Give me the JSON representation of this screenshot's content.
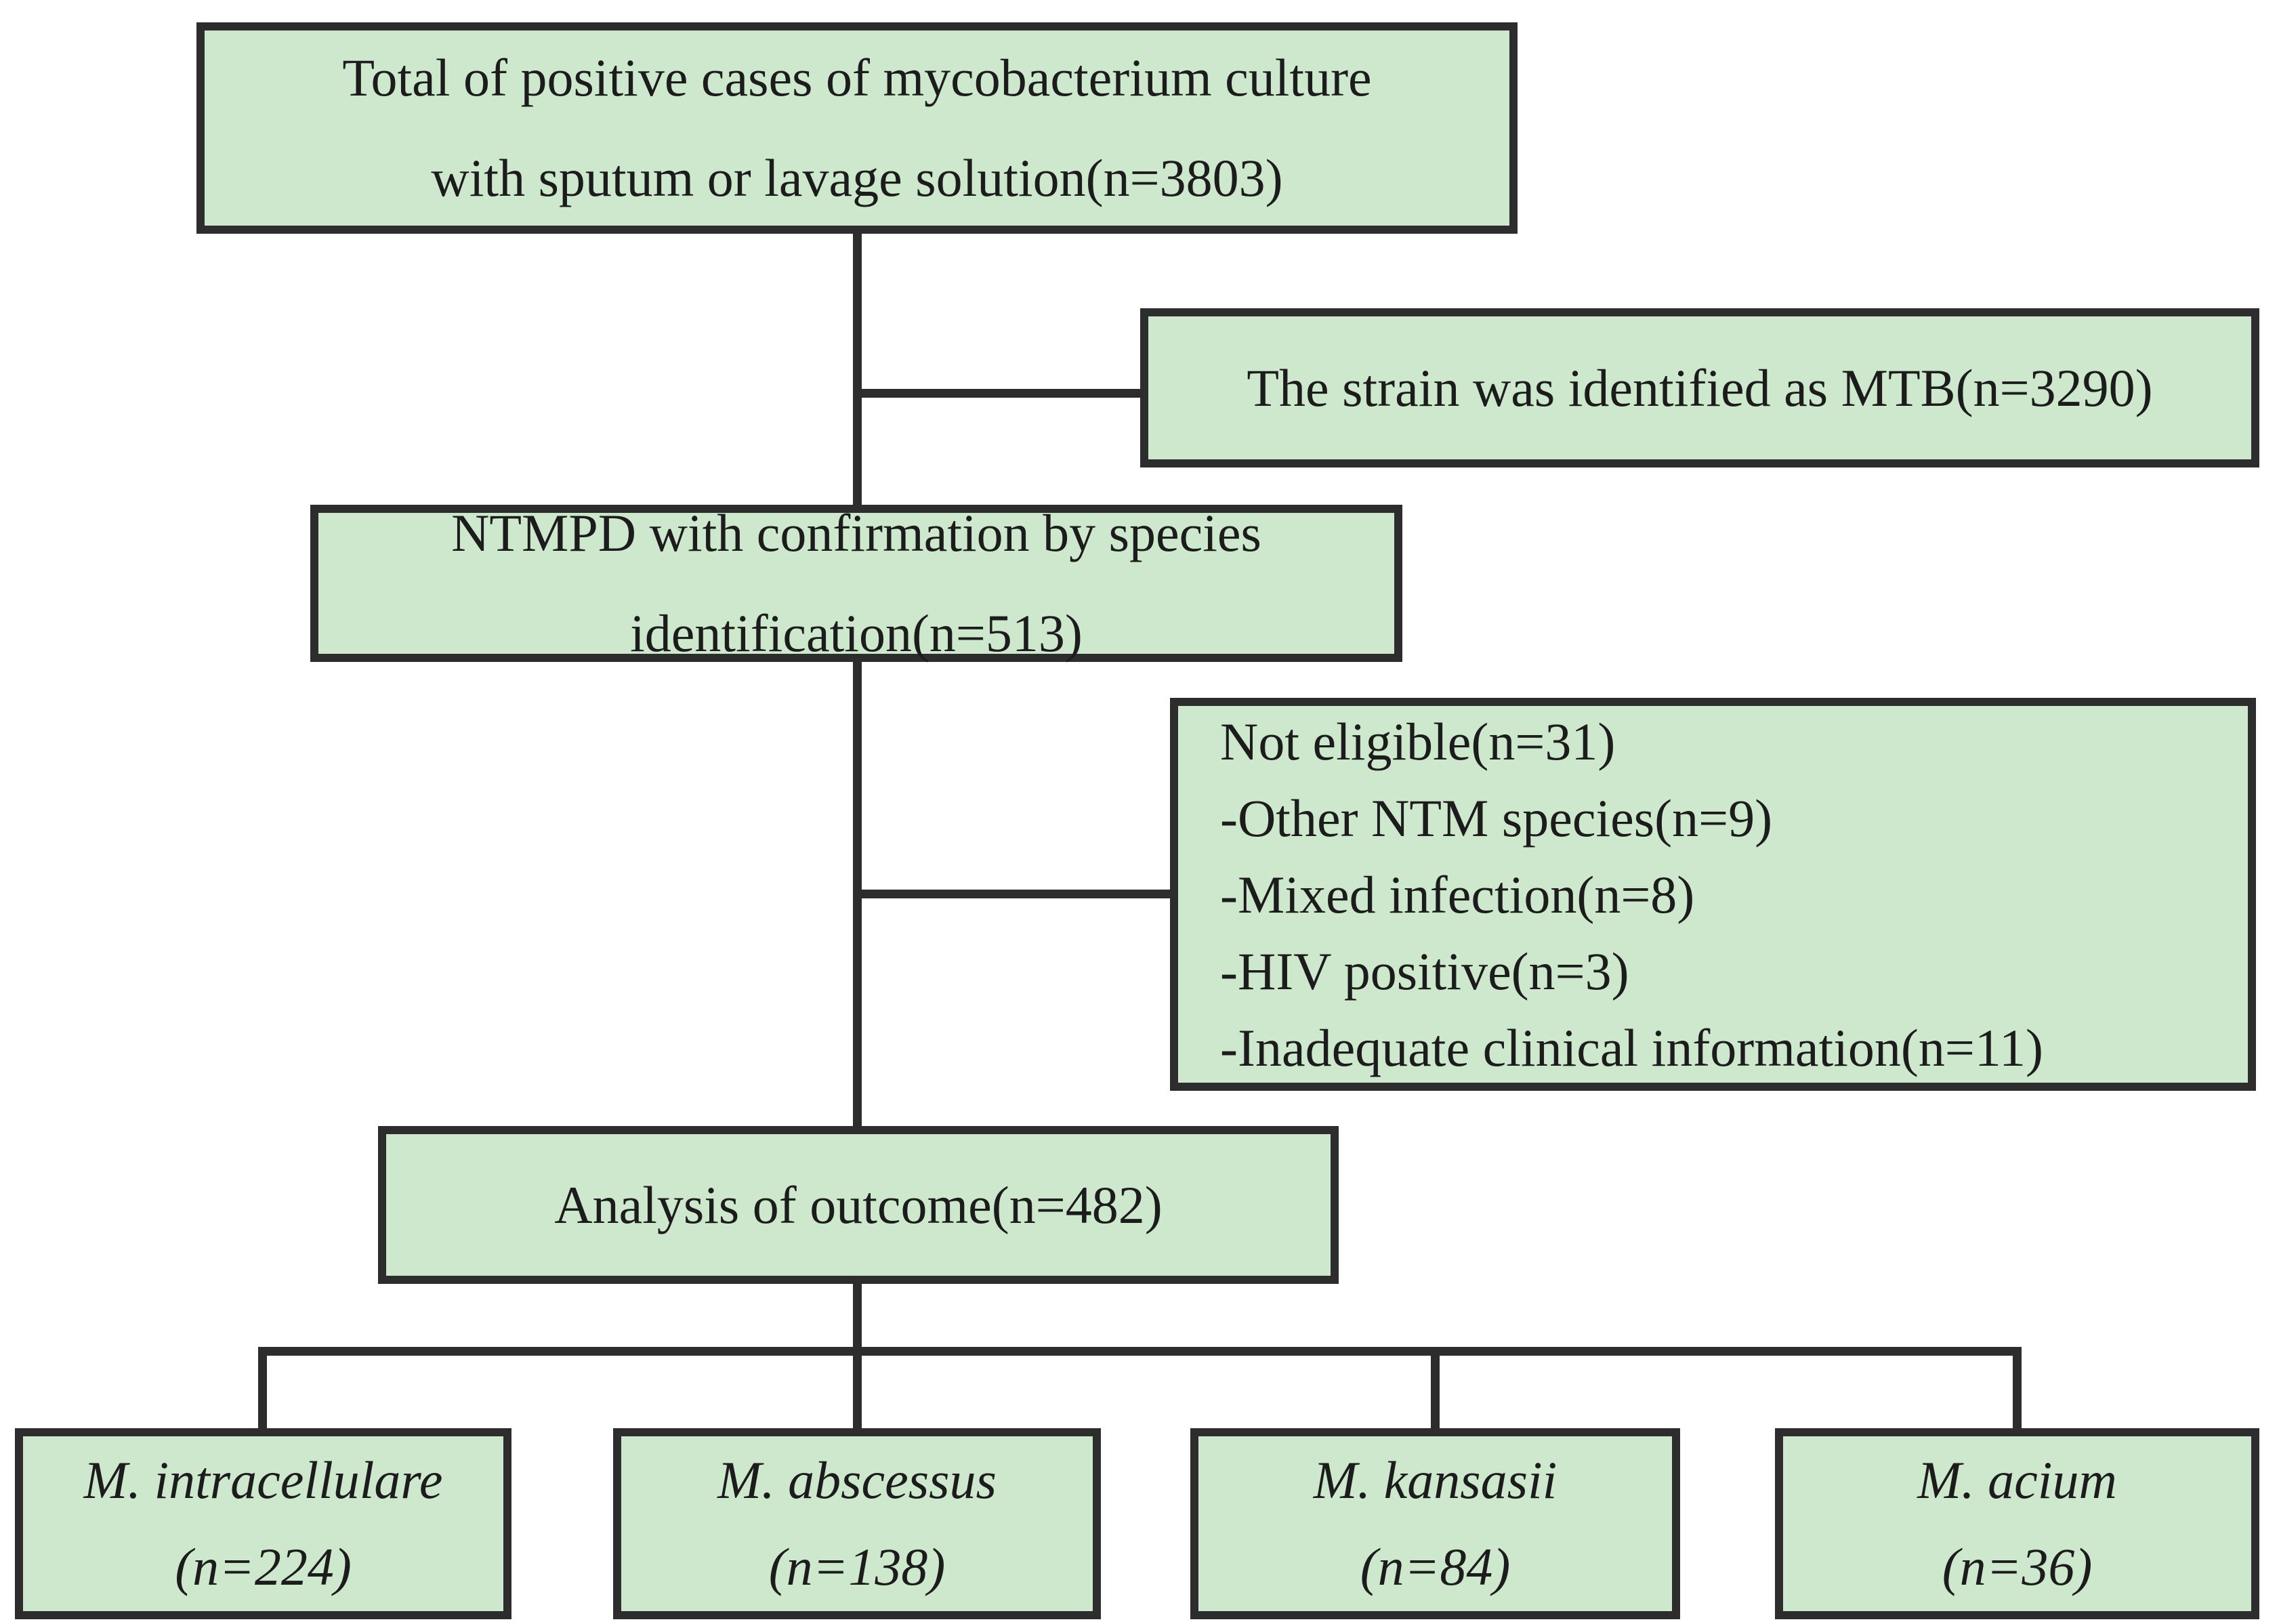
{
  "colors": {
    "box-fill": "#cde8cc",
    "box-border": "#2d2d2d",
    "line-color": "#2d2d2d",
    "text-color": "#1c1c1c",
    "page-bg": "#ffffff"
  },
  "nodes": {
    "total": {
      "line1": "Total of positive cases of mycobacterium culture",
      "line2": "with sputum or lavage solution(n=3803)"
    },
    "mtb": {
      "label": "The strain was identified as MTB(n=3290)"
    },
    "ntmpd": {
      "line1": "NTMPD with confirmation by species",
      "line2": "identification(n=513)"
    },
    "not_eligible": {
      "line1": "Not eligible(n=31)",
      "line2": "-Other NTM species(n=9)",
      "line3": "-Mixed infection(n=8)",
      "line4": "-HIV positive(n=3)",
      "line5": "-Inadequate clinical information(n=11)"
    },
    "analysis": {
      "label": "Analysis of outcome(n=482)"
    },
    "species1": {
      "name": "M. intracellulare",
      "count": "(n=224)"
    },
    "species2": {
      "name": "M. abscessus",
      "count": "(n=138)"
    },
    "species3": {
      "name": "M. kansasii",
      "count": "(n=84)"
    },
    "species4": {
      "name": "M. acium",
      "count": "(n=36)"
    }
  }
}
